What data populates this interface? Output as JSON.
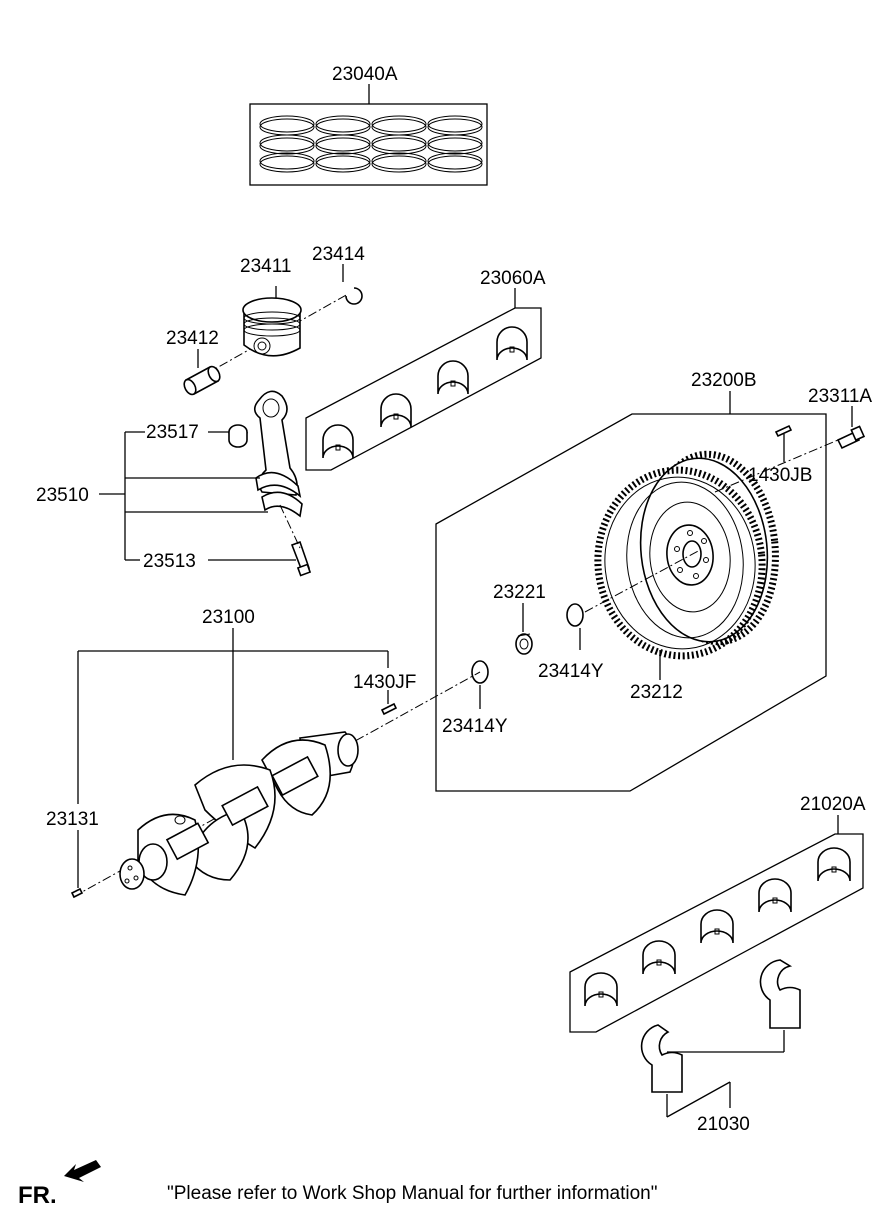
{
  "labels": {
    "p23040A": "23040A",
    "p23414_top": "23414",
    "p23411": "23411",
    "p23060A": "23060A",
    "p23412": "23412",
    "p23200B": "23200B",
    "p23311A": "23311A",
    "p23517": "23517",
    "p1430JB": "1430JB",
    "p23510": "23510",
    "p23513": "23513",
    "p23221": "23221",
    "p23100": "23100",
    "p23414Y_upper": "23414Y",
    "p1430JF": "1430JF",
    "p23212": "23212",
    "p23414Y_lower": "23414Y",
    "p21020A": "21020A",
    "p23131": "23131",
    "p21030": "21030"
  },
  "footer": {
    "fr": "FR.",
    "note": "\"Please refer to Work Shop Manual for further information\""
  }
}
